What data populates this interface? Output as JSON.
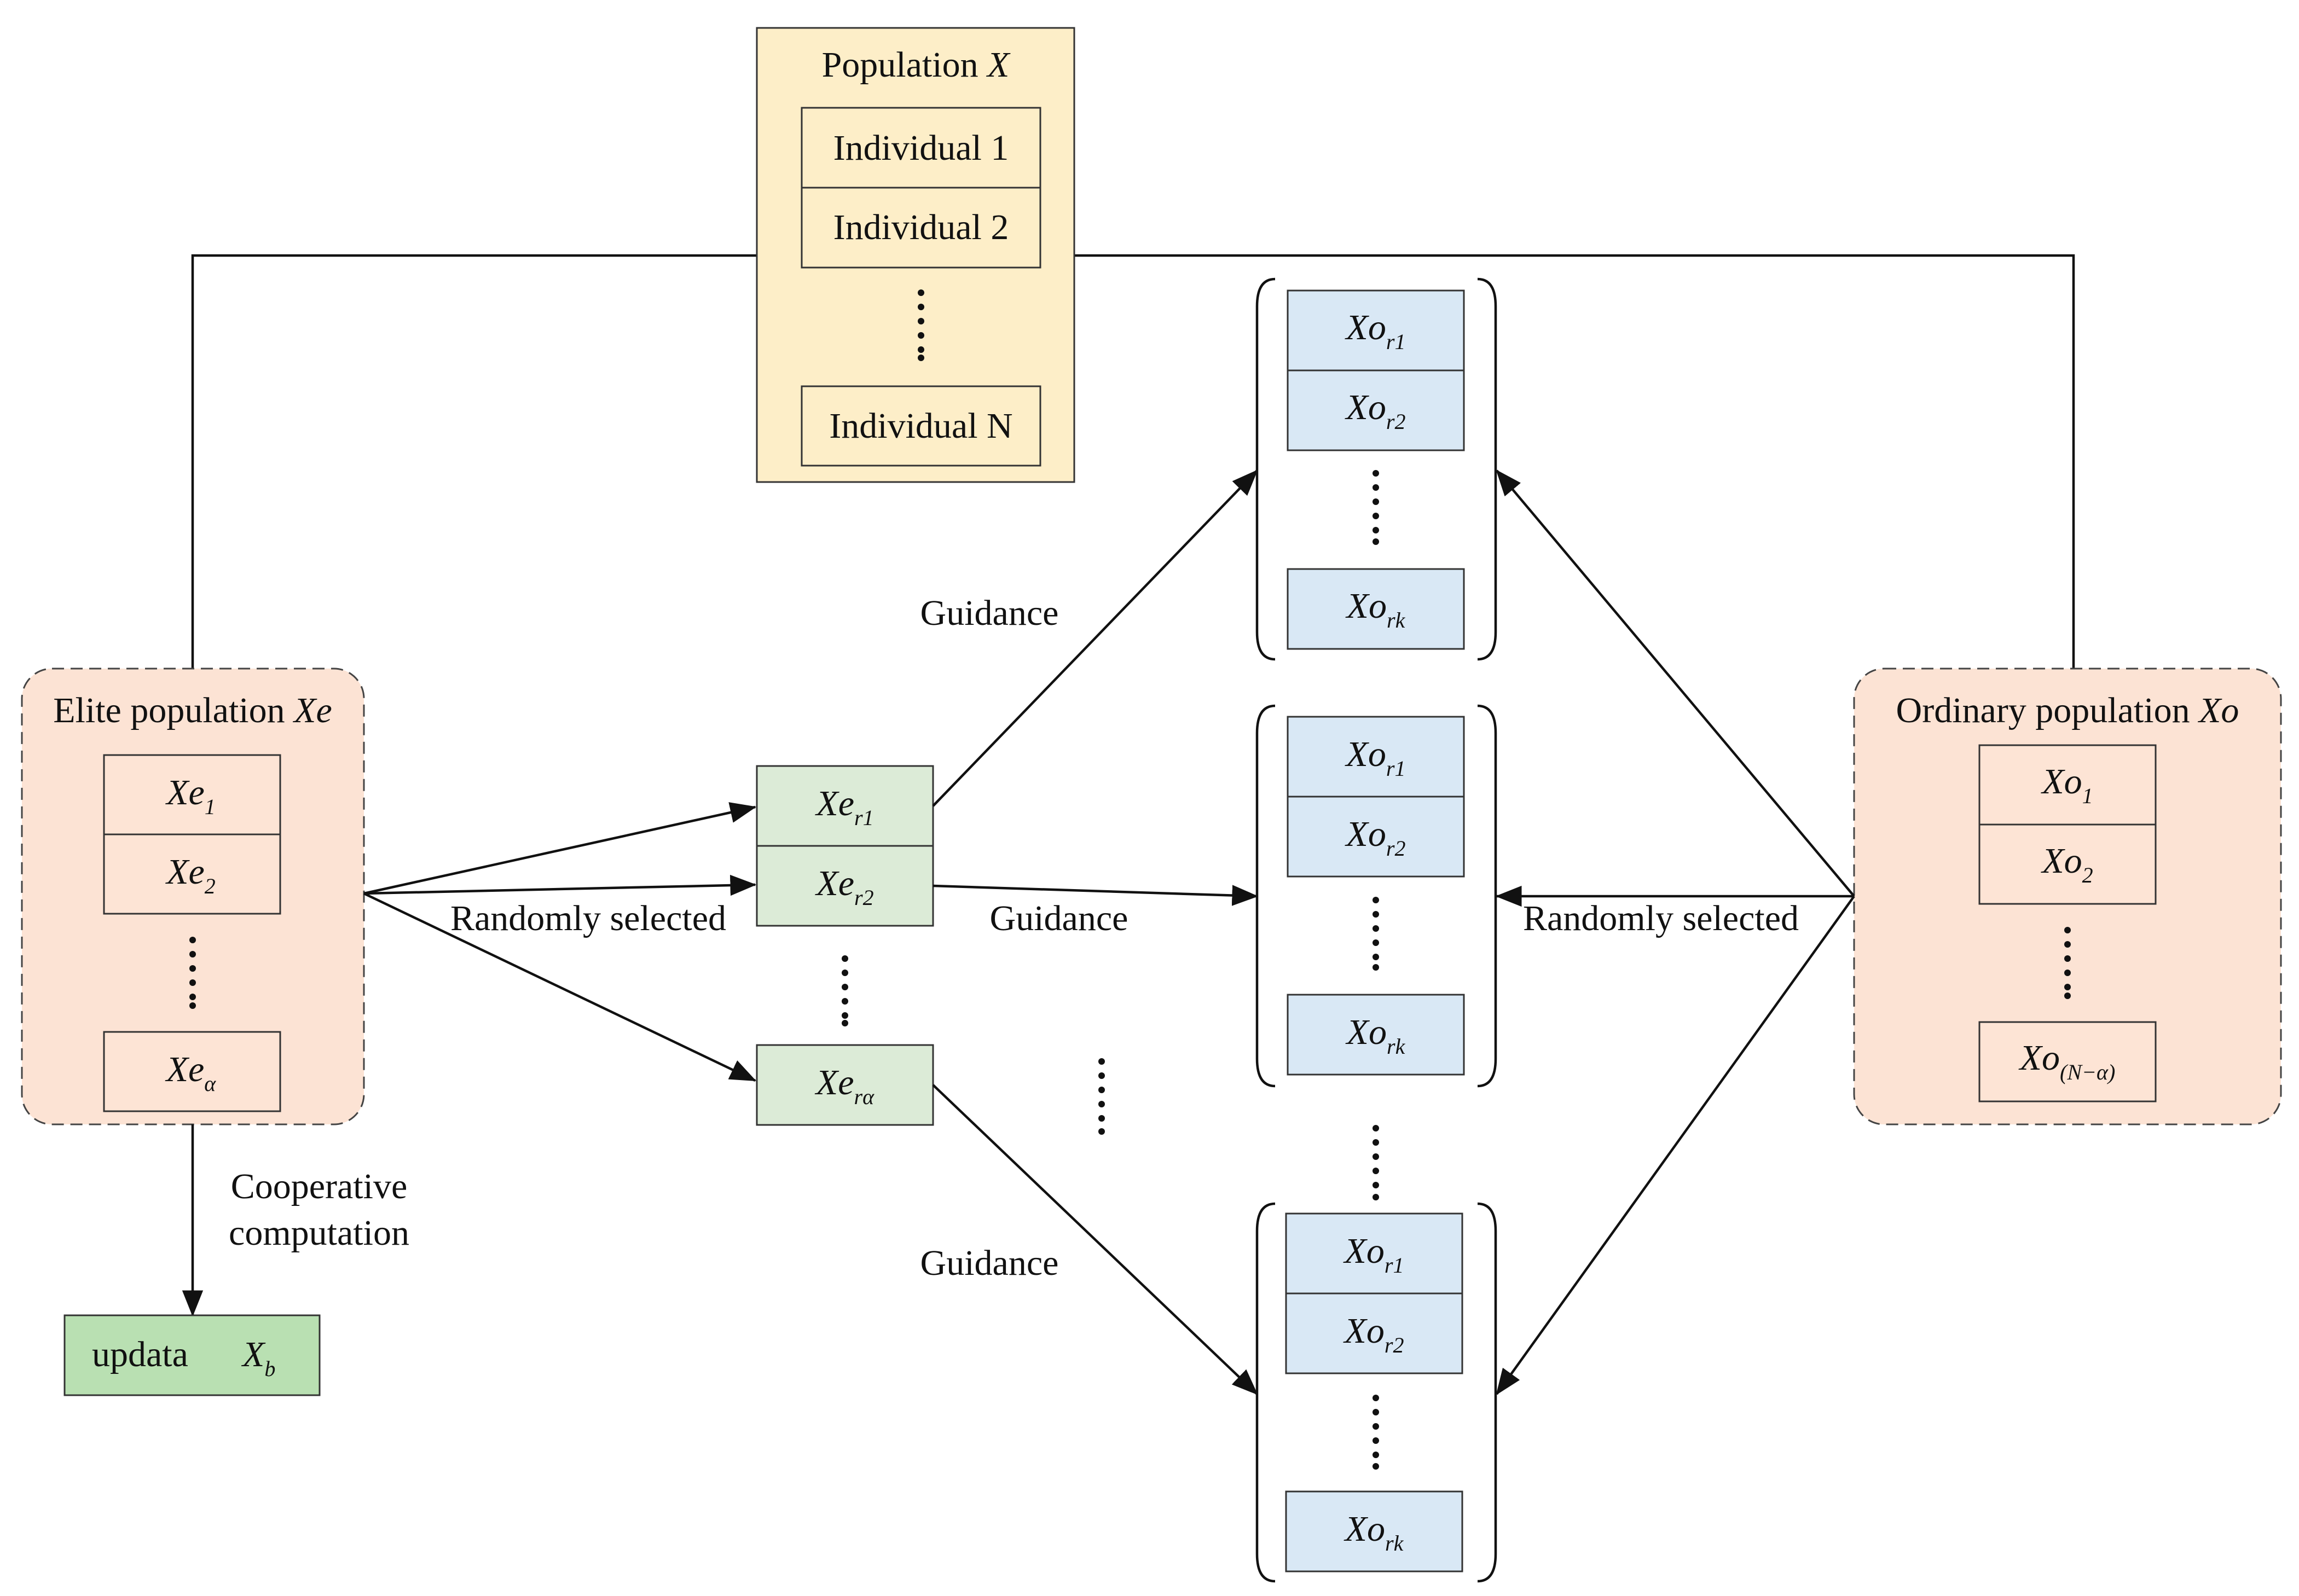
{
  "population": {
    "title": "Population",
    "title_var": "X",
    "individuals": [
      "Individual 1",
      "Individual 2",
      "Individual N"
    ]
  },
  "elite": {
    "title": "Elite population",
    "title_var": "Xe",
    "items": [
      {
        "base": "Xe",
        "sub": "1"
      },
      {
        "base": "Xe",
        "sub": "2"
      },
      {
        "base": "Xe",
        "sub": "α"
      }
    ]
  },
  "selected": [
    {
      "base": "Xe",
      "sub": "r1"
    },
    {
      "base": "Xe",
      "sub": "r2"
    },
    {
      "base": "Xe",
      "sub": "rα"
    }
  ],
  "groups": [
    {
      "items": [
        {
          "base": "Xo",
          "sub": "r1"
        },
        {
          "base": "Xo",
          "sub": "r2"
        },
        {
          "base": "Xo",
          "sub": "rk"
        }
      ]
    },
    {
      "items": [
        {
          "base": "Xo",
          "sub": "r1"
        },
        {
          "base": "Xo",
          "sub": "r2"
        },
        {
          "base": "Xo",
          "sub": "rk"
        }
      ]
    },
    {
      "items": [
        {
          "base": "Xo",
          "sub": "r1"
        },
        {
          "base": "Xo",
          "sub": "r2"
        },
        {
          "base": "Xo",
          "sub": "rk"
        }
      ]
    }
  ],
  "ordinary": {
    "title": "Ordinary population",
    "title_var": "Xo",
    "items": [
      {
        "base": "Xo",
        "sub": "1"
      },
      {
        "base": "Xo",
        "sub": "2"
      },
      {
        "base": "Xo",
        "sub": "(N−α)"
      }
    ]
  },
  "labels": {
    "guidance": "Guidance",
    "randomly_selected": "Randomly selected",
    "cooperative_line1": "Cooperative",
    "cooperative_line2": "computation"
  },
  "update": {
    "text": "updata",
    "base": "X",
    "sub": "b"
  },
  "colors": {
    "population_fill": "#fdeec8",
    "elite_ordinary_fill": "#fce3d4",
    "ordinary_item_fill": "#d9e8f5",
    "selected_fill": "#dcebd7",
    "update_fill": "#b9e0b2"
  }
}
